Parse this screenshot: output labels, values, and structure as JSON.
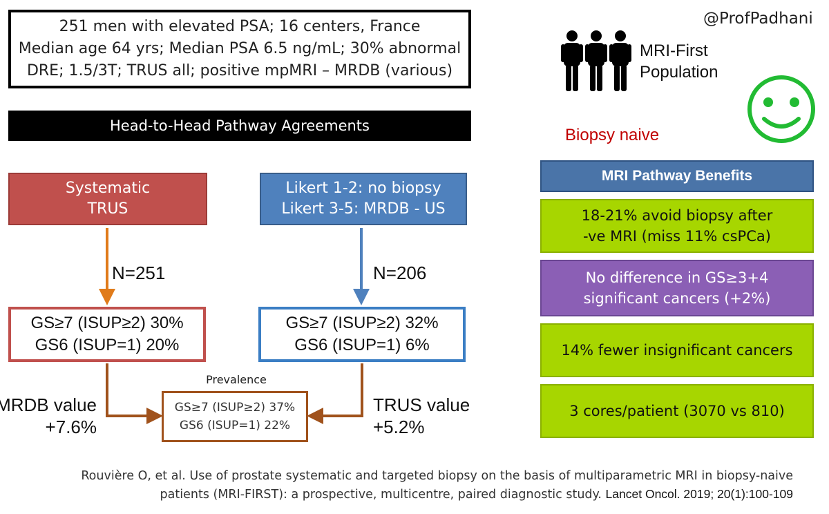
{
  "study_summary": {
    "line1": "251 men with elevated PSA; 16 centers, France",
    "line2": "Median age 64 yrs; Median PSA 6.5 ng/mL; 30% abnormal",
    "line3": "DRE; 1.5/3T; TRUS all; positive mpMRI – MRDB (various)"
  },
  "head_to_head_title": "Head-to-Head Pathway Agreements",
  "systematic_pathway": {
    "line1": "Systematic",
    "line2": "TRUS",
    "n_label": "N=251",
    "result_line1": "GS≥7 (ISUP≥2) 30%",
    "result_line2": "GS6 (ISUP=1) 20%"
  },
  "mri_pathway": {
    "line1": "Likert 1-2: no biopsy",
    "line2": "Likert 3-5: MRDB - US",
    "n_label": "N=206",
    "result_line1": "GS≥7 (ISUP≥2) 32%",
    "result_line2": "GS6 (ISUP=1) 6%"
  },
  "prevalence": {
    "label": "Prevalence",
    "line1": "GS≥7 (ISUP≥2) 37%",
    "line2": "GS6 (ISUP=1) 22%"
  },
  "mrdb_value": {
    "line1": "MRDB value",
    "line2": "+7.6%"
  },
  "trus_value": {
    "line1": "TRUS value",
    "line2": "+5.2%"
  },
  "twitter_handle": "@ProfPadhani",
  "population": {
    "line1": "MRI-First",
    "line2": "Population"
  },
  "biopsy_naive": "Biopsy naive",
  "benefits": {
    "header": "MRI Pathway Benefits",
    "items": [
      {
        "line1": "18-21% avoid biopsy after",
        "line2": "-ve MRI (miss 11% csPCa)"
      },
      {
        "line1": "No difference in GS≥3+4",
        "line2": "significant cancers (+2%)"
      },
      {
        "line1": "14% fewer insignificant cancers",
        "line2": ""
      },
      {
        "line1": "3 cores/patient (3070 vs 810)",
        "line2": ""
      }
    ]
  },
  "citation": {
    "line1": "Rouvière O, et al. Use of prostate systematic and targeted biopsy on the basis of multiparametric MRI in biopsy-naive",
    "line2": "patients (MRI-FIRST): a prospective, multicentre, paired diagnostic study.",
    "journal": "Lancet Oncol. 2019; 20(1):100-109"
  },
  "colors": {
    "systematic": "#c0504d",
    "mri": "#4f81bd",
    "arrow_orange": "#e07b1a",
    "arrow_brown": "#a0521c",
    "benefit_green": "#a7d600",
    "benefit_purple": "#8b5fb5",
    "smiley_green": "#22bb33",
    "biopsy_naive_red": "#c00000"
  },
  "icons": [
    "people-group-icon",
    "smiley-face-icon"
  ]
}
